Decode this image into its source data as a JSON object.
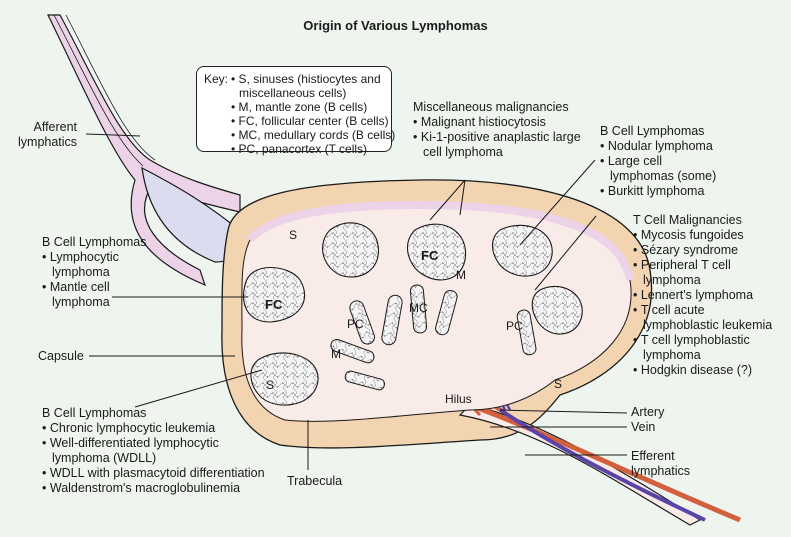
{
  "title": "Origin of Various Lymphomas",
  "key": {
    "heading": "Key:",
    "items": [
      "S, sinuses (histiocytes and miscellaneous cells)",
      "M, mantle zone (B cells)",
      "FC, follicular center (B cells)",
      "MC, medullary cords (B cells)",
      "PC, panacortex (T cells)"
    ]
  },
  "labels": {
    "afferent_lymphatics": [
      "Afferent",
      "lymphatics"
    ],
    "capsule": "Capsule",
    "trabecula": "Trabecula",
    "artery": "Artery",
    "vein": "Vein",
    "efferent_lymphatics": [
      "Efferent",
      "lymphatics"
    ],
    "hilus": "Hilus"
  },
  "region_labels": {
    "S": "S",
    "M": "M",
    "FC": "FC",
    "MC": "MC",
    "PC": "PC"
  },
  "groups": {
    "misc_malignancies": {
      "heading": "Miscellaneous malignancies",
      "items": [
        "Malignant histiocytosis",
        "Ki-1-positive anaplastic large cell lymphoma"
      ]
    },
    "b_cell_top_right": {
      "heading": "B Cell Lymphomas",
      "items": [
        "Nodular lymphoma",
        "Large cell lymphomas (some)",
        "Burkitt lymphoma"
      ]
    },
    "t_cell_malignancies": {
      "heading": "T Cell Malignancies",
      "items": [
        "Mycosis fungoides",
        "Sézary syndrome",
        "Peripheral T cell lymphoma",
        "Lennert's lymphoma",
        "T cell acute lymphoblastic leukemia",
        "T cell lymphoblastic lymphoma",
        "Hodgkin disease (?)"
      ]
    },
    "b_cell_left": {
      "heading": "B Cell Lymphomas",
      "items": [
        "Lymphocytic lymphoma",
        "Mantle cell lymphoma"
      ]
    },
    "b_cell_bottom_left": {
      "heading": "B Cell Lymphomas",
      "items": [
        "Chronic lymphocytic leukemia",
        "Well-differentiated lymphocytic lymphoma (WDLL)",
        "WDLL with plasmacytoid differentiation",
        "Waldenstrom's macroglobulinemia"
      ]
    }
  },
  "colors": {
    "background": "#eef5ef",
    "capsule": "#f3d4b0",
    "sinus": "#ecd3e8",
    "cortex": "#f9ebe8",
    "afferent_fill": "#dcdcf0",
    "artery": "#d2603f",
    "vein": "#5a44a8",
    "outline": "#1a1a1a"
  }
}
